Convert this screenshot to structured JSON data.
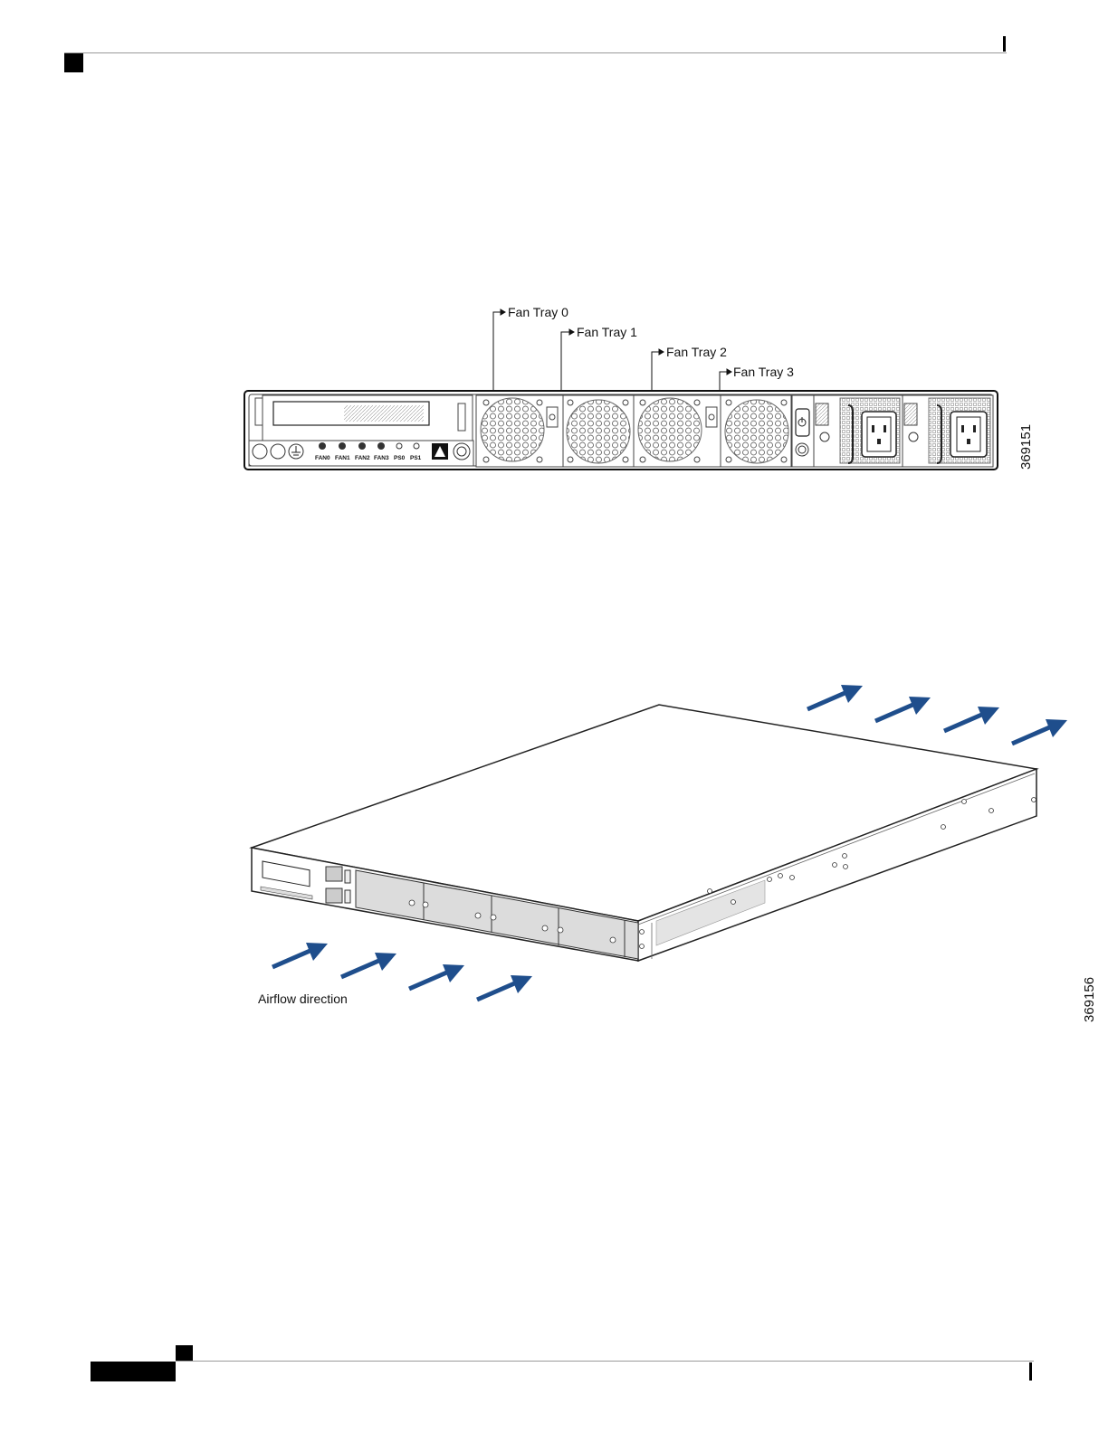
{
  "figure1": {
    "callouts": [
      "Fan Tray 0",
      "Fan Tray 1",
      "Fan Tray 2",
      "Fan Tray 3"
    ],
    "panel_labels": [
      "FAN0",
      "FAN1",
      "FAN2",
      "FAN3",
      "PS0",
      "PS1"
    ],
    "figure_id": "369151"
  },
  "figure2": {
    "airflow_label": "Airflow direction",
    "figure_id": "369156",
    "arrow_color": "#1f4e8c"
  }
}
